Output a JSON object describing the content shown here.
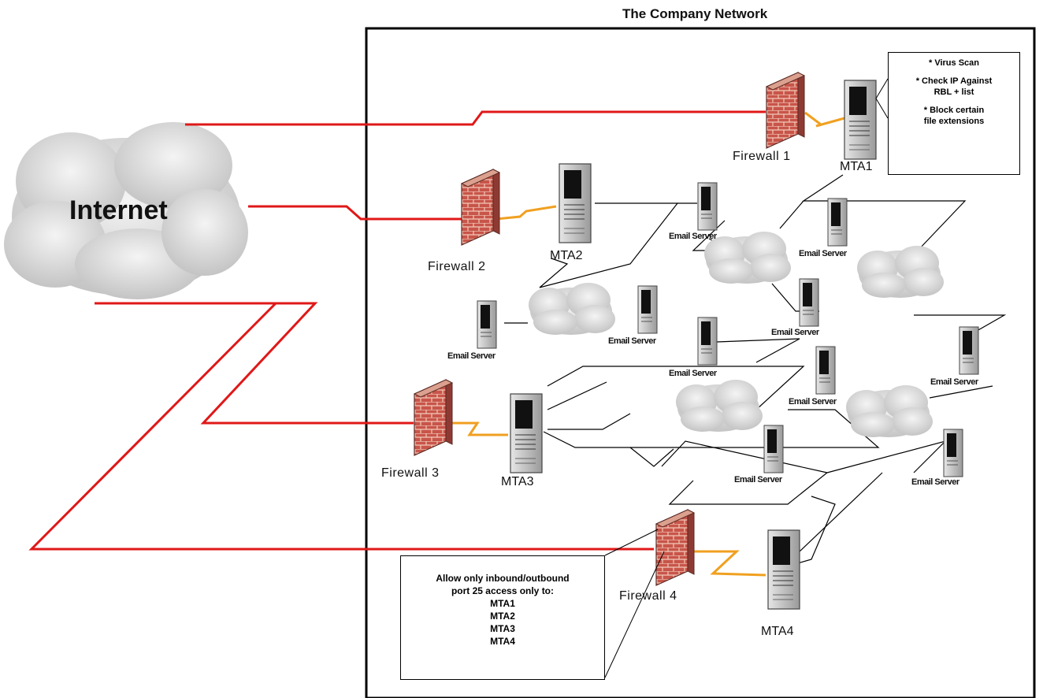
{
  "title": "The Company Network",
  "internet_label": "Internet",
  "firewalls": [
    "Firewall 1",
    "Firewall 2",
    "Firewall 3",
    "Firewall 4"
  ],
  "mtas": [
    "MTA1",
    "MTA2",
    "MTA3",
    "MTA4"
  ],
  "email_server_label": "Email Server",
  "note_mta1": {
    "line1": "* Virus Scan",
    "line2": "* Check IP Against",
    "line3": "RBL + list",
    "line4": "* Block certain",
    "line5": "file extensions"
  },
  "note_firewall4": {
    "line1": "Allow only inbound/outbound",
    "line2": "port 25 access only to:",
    "items": [
      "MTA1",
      "MTA2",
      "MTA3",
      "MTA4"
    ]
  },
  "colors": {
    "internet_link": "#e01818",
    "firewall_link": "#f0a020",
    "lan_link": "#000000",
    "firewall_brick": "#c8554a",
    "cloud": "#d8d8d8"
  }
}
